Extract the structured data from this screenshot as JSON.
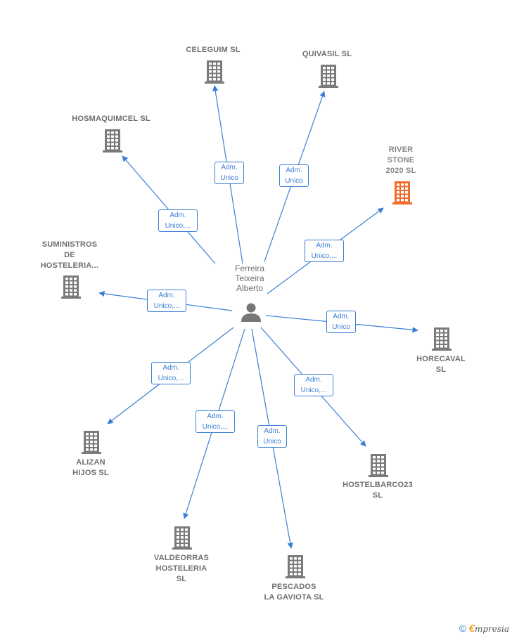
{
  "colors": {
    "edge": "#3a7fd5",
    "building": "#7a7a7a",
    "highlight": "#f26a2e",
    "person": "#777777"
  },
  "person": {
    "label": "Ferreira\nTeixeira\nAlberto",
    "icon": "person-icon"
  },
  "nodes": [
    {
      "id": "celeguim",
      "label": "CELEGUIM SL",
      "role": "Adm.\nUnico",
      "highlight": false
    },
    {
      "id": "quivasil",
      "label": "QUIVASIL SL",
      "role": "Adm.\nUnico",
      "highlight": false
    },
    {
      "id": "hosmaquimcel",
      "label": "HOSMAQUIMCEL SL",
      "role": "Adm.\nUnico,...",
      "highlight": false
    },
    {
      "id": "riverstone",
      "label": "RIVER\nSTONE\n2020  SL",
      "role": "Adm.\nUnico,...",
      "highlight": true
    },
    {
      "id": "suministros",
      "label": "SUMINISTROS\nDE\nHOSTELERIA...",
      "role": "Adm.\nUnico,...",
      "highlight": false
    },
    {
      "id": "horecaval",
      "label": "HORECAVAL\nSL",
      "role": "Adm.\nUnico",
      "highlight": false
    },
    {
      "id": "alizan",
      "label": "ALIZAN\nHIJOS  SL",
      "role": "Adm.\nUnico,...",
      "highlight": false
    },
    {
      "id": "hostelbarco",
      "label": "HOSTELBARCO23\nSL",
      "role": "Adm.\nUnico,...",
      "highlight": false
    },
    {
      "id": "valdeorras",
      "label": "VALDEORRAS\nHOSTELERIA\nSL",
      "role": "Adm.\nUnico,...",
      "highlight": false
    },
    {
      "id": "pescados",
      "label": "PESCADOS\nLA GAVIOTA SL",
      "role": "Adm.\nUnico",
      "highlight": false
    }
  ],
  "footer": {
    "copyright": "©",
    "brand_initial": "€",
    "brand_rest": "mpresia"
  }
}
